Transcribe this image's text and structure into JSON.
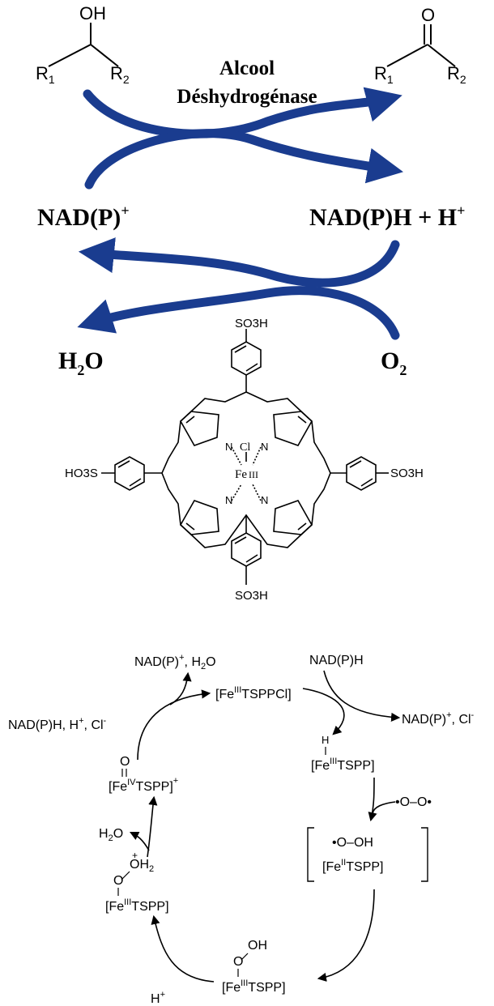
{
  "enzyme": {
    "line1": "Alcool",
    "line2": "Déshydrogénase"
  },
  "top_cycle": {
    "alcohol": {
      "oh": "OH",
      "r1": "R",
      "r1_sub": "1",
      "r2": "R",
      "r2_sub": "2"
    },
    "ketone": {
      "o": "O",
      "r1": "R",
      "r1_sub": "1",
      "r2": "R",
      "r2_sub": "2"
    },
    "nadp_ox": "NAD(P)",
    "nadp_ox_sup": "+",
    "nadph": "NAD(P)H + H",
    "nadph_sup": "+",
    "water": {
      "h": "H",
      "sub": "2",
      "o": "O"
    },
    "oxygen": {
      "o": "O",
      "sub": "2"
    }
  },
  "porphyrin": {
    "so3h_top": "SO3H",
    "so3h_bottom": "SO3H",
    "so3h_right": "SO3H",
    "ho3s_left": "HO3S",
    "cl": "Cl",
    "fe": "Fe",
    "fe_ox": "III",
    "n": "N"
  },
  "mechanism": {
    "start_complex": "[FeIIITSPPCl]",
    "nadph_in": "NAD(P)H",
    "nadp_cl_out": "NAD(P)+, Cl-",
    "hydride_h": "H",
    "hydride_complex": "[FeIIITSPP]",
    "o2_reactant": "O–O",
    "superoxide_label": "O–OH",
    "fe2_complex": "[FeIITSPP]",
    "hydroperoxo_oh": "OH",
    "hydroperoxo_o": "O",
    "hydroperoxo_complex": "[FeIIITSPP]",
    "proton_in": "H+",
    "oxo_water_o": "O",
    "oxo_water_oh2": "OH2",
    "oxo_water_complex": "[FeIIITSPP]",
    "water_out": "H2O",
    "ferryl_o": "O",
    "ferryl_complex": "[FeIVTSPP]+",
    "reductant_in": "NAD(P)H, H+, Cl-",
    "products_out": "NAD(P)+, H2O"
  }
}
